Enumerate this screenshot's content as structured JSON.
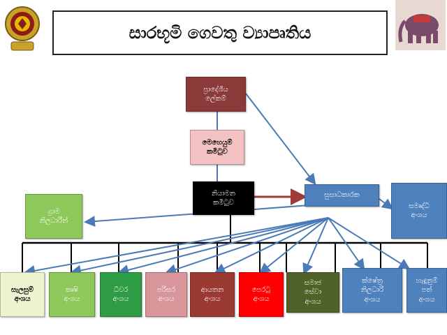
{
  "title": "සාරභූමි ගෙවතු ව්‍යාපෘතිය",
  "colors": {
    "maroon": "#8b3a3a",
    "pink": "#f4c2c2",
    "black": "#000000",
    "blue": "#4f81bd",
    "lightgreen": "#8ec75a",
    "green": "#2e9b45",
    "rose": "#d9969a",
    "darkred": "#9b3a32",
    "red": "#ff0000",
    "olive": "#4f6228",
    "cream": "#eef3d0",
    "arrow_blue": "#4a7ab8",
    "arrow_red": "#a03a3a"
  },
  "nodes": {
    "secretary": "ප්‍රාදේශීය\nලේකම්",
    "steering": "මෙහෙයුම්\nකමිටුව",
    "executive": "නියාමන\nකමිටුව",
    "coordinator": "සුසාධකාරක",
    "samurdhi": "සමෘද්ධි\nඅංශය",
    "grama": "ග්‍රාම\nනිලධාරීන්",
    "planning": "සැලසුම්\nඅංශය",
    "agri": "කෘෂි\nඅංශය",
    "fisheries": "ධීවර\nඅංශය",
    "environment": "පරිසර\nඅංශය",
    "ayurveda": "ආයතන\nඅංශය",
    "heritage": "පෙරටු\nඅංශය",
    "social": "සමාජ\nසේවා\nඅංශය",
    "field": "ක්ෂේත්‍ර\nනිලධාරි\nඅංශය",
    "identify": "හැඳුනුම්\nපත්\nඅංශය"
  }
}
